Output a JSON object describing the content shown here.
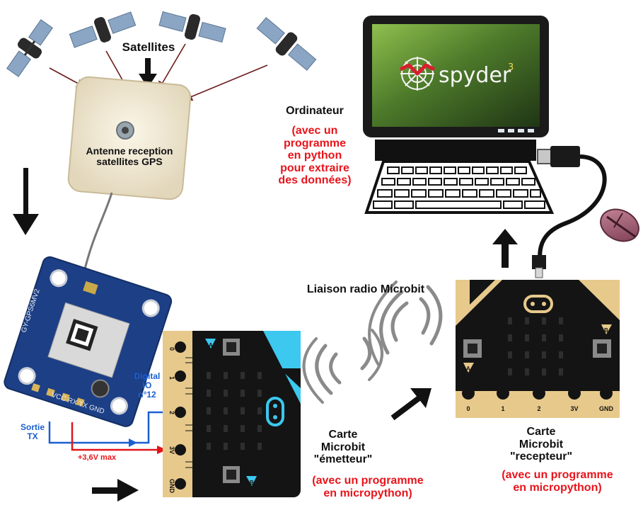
{
  "labels": {
    "satellites": "Satellites",
    "antenna": "Antenne reception\nsatellites GPS",
    "computer": "Ordinateur",
    "computer_note": "(avec un\nprogramme\nen python\npour extraire\ndes données)",
    "radio_link": "Liaison radio Microbit",
    "digital_io": "Digital\nIO\nn°12",
    "sortie_tx": "Sortie\nTX",
    "voltage": "+3,6V max",
    "sender_card": "Carte\nMicrobit\n\"émetteur\"",
    "sender_note": "(avec un programme\nen micropython)",
    "receiver_card": "Carte\nMicrobit\n\"recepteur\"",
    "receiver_note": "(avec un programme\nen micropython)"
  },
  "screen": {
    "logo_text": "spyder",
    "logo_version": "3"
  },
  "gps_module": {
    "silk_top": "GY-GPS6MV2",
    "silk_pins": "VCC RX TX GND"
  },
  "microbit_sender": {
    "pins": [
      "0",
      "1",
      "2",
      "3V",
      "GND"
    ],
    "btn_a": "A",
    "btn_b": "B"
  },
  "microbit_receiver": {
    "pins": [
      "0",
      "1",
      "2",
      "3V",
      "GND"
    ],
    "btn_a": "A",
    "btn_b": "B"
  },
  "colors": {
    "wire_red": "#e0141b",
    "wire_blue": "#1a5fd1",
    "gps_board": "#1c3f86",
    "microbit_black": "#141414",
    "microbit_gold": "#e7c98c",
    "accent_cyan": "#3cc8ef",
    "spyder_red": "#d81e2c"
  }
}
